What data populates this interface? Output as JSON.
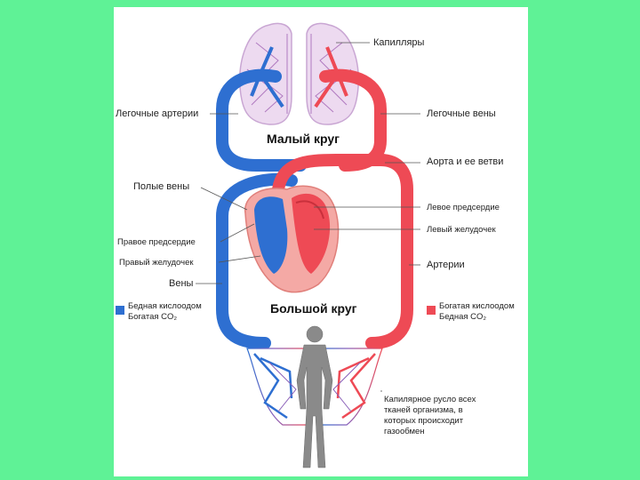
{
  "colors": {
    "page_background": "#5ff296",
    "panel": "#ffffff",
    "venous": "#2e6fd1",
    "arterial": "#ee4a55",
    "lung": "#b98ac4"
  },
  "labels": {
    "capillaries": "Капилляры",
    "pulmonary_arteries": "Легочные артерии",
    "pulmonary_veins": "Легочные вены",
    "small_circle": "Малый круг",
    "aorta": "Аорта и ее ветви",
    "vena_cava": "Полые вены",
    "left_atrium": "Левое предсердие",
    "left_ventricle": "Левый желудочек",
    "right_atrium": "Правое предсердие",
    "right_ventricle": "Правый желудочек",
    "arteries": "Артерии",
    "veins": "Вены",
    "big_circle": "Большой круг",
    "tissue_capillaries": "Капилярное русло всех тканей организма, в которых происходит газообмен"
  },
  "legend": {
    "venous_line1": "Бедная кислоодом",
    "venous_line2": "Богатая CO₂",
    "arterial_line1": "Богатая кислоодом",
    "arterial_line2": "Бедная CO₂"
  }
}
